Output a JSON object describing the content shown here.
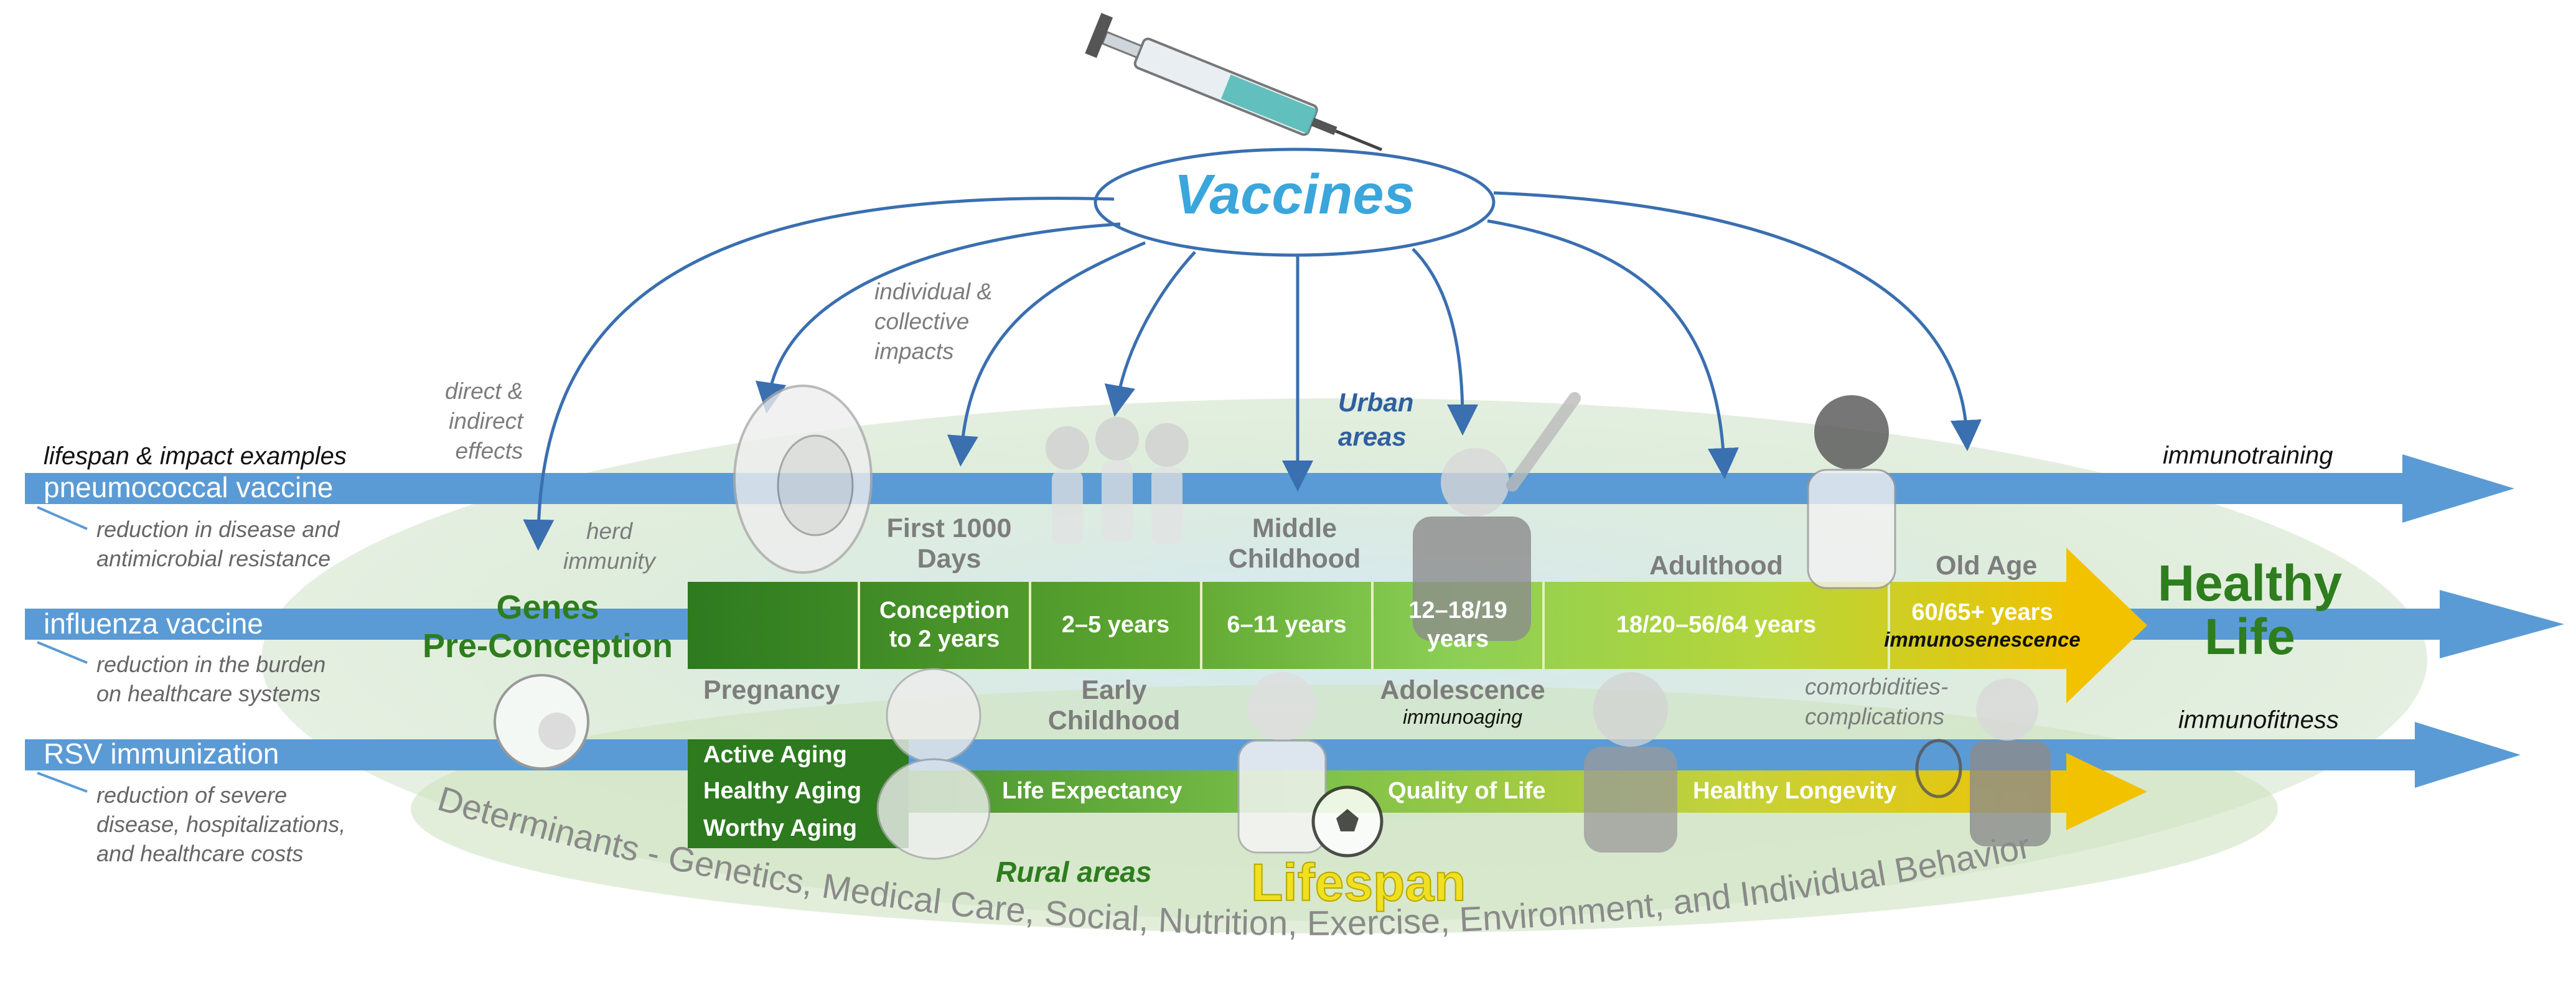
{
  "title": "Vaccines",
  "top_notes": {
    "individual_collective": [
      "individual &",
      "collective",
      "impacts"
    ],
    "direct_indirect": [
      "direct &",
      "indirect",
      "effects"
    ],
    "herd": [
      "herd",
      "immunity"
    ],
    "urban": [
      "Urban",
      "areas"
    ],
    "rural": "Rural areas"
  },
  "examples_heading": "lifespan & impact examples",
  "vaccines": [
    {
      "name": "pneumococcal vaccine",
      "desc": [
        "reduction in disease and",
        "antimicrobial resistance"
      ]
    },
    {
      "name": "influenza vaccine",
      "desc": [
        "reduction in the burden",
        "on healthcare systems"
      ]
    },
    {
      "name": "RSV immunization",
      "desc": [
        "reduction of severe",
        "disease, hospitalizations,",
        "and healthcare costs"
      ]
    }
  ],
  "genes": [
    "Genes",
    "Pre-Conception"
  ],
  "stages_above": [
    "First 1000",
    "Days",
    "Middle",
    "Childhood",
    "Adulthood",
    "Old Age"
  ],
  "stages_below": {
    "pregnancy": "Pregnancy",
    "early": [
      "Early",
      "Childhood"
    ],
    "adolescence": "Adolescence",
    "immunoaging": "immunoaging",
    "comorbid": [
      "comorbidities-",
      "complications"
    ]
  },
  "timeline": [
    {
      "label": [
        "Conception",
        "to 2 years"
      ]
    },
    {
      "label": [
        "2–5 years"
      ]
    },
    {
      "label": [
        "6–11 years"
      ]
    },
    {
      "label": [
        "12–18/19",
        "years"
      ]
    },
    {
      "label": [
        "18/20–56/64 years"
      ]
    },
    {
      "label": [
        "60/65+ years"
      ],
      "sub": "immunosenescence"
    }
  ],
  "outcome": [
    "Healthy",
    "Life"
  ],
  "right_labels": {
    "immunotraining": "immunotraining",
    "immunofitness": "immunofitness"
  },
  "aging": [
    "Active Aging",
    "Healthy Aging",
    "Worthy Aging"
  ],
  "lower_band": [
    "Life Expectancy",
    "Quality of Life",
    "Healthy Longevity"
  ],
  "lifespan": "Lifespan",
  "determinants": "Determinants - Genetics, Medical Care, Social, Nutrition, Exercise, Environment, and Individual Behavior",
  "colors": {
    "blue_arrow": "#5b9bd5",
    "dark_green": "#2e7d1e",
    "vaccines_text": "#3aa6dc",
    "yellow": "#f2c200"
  }
}
